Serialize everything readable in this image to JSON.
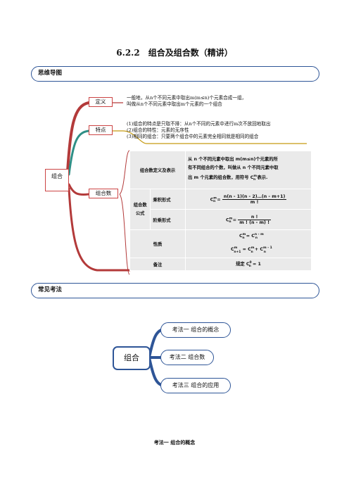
{
  "title": "6.2.2　组合及组合数（精讲）",
  "sections": {
    "mindmap_label": "思维导图",
    "exam_label": "常见考法"
  },
  "mindmap": {
    "root": "组合",
    "definition": {
      "label": "定义",
      "line1": "一般地，从n个不同元素中取出m(m≤n)个元素合成一组，",
      "line2": "叫做从n个不同元素中取出m个元素的一个组合"
    },
    "features": {
      "label": "特点",
      "line1": "(1)组合的特点是只取不排：从n个不同的元素中进行m次不放回地取出",
      "line2": "(2)组合的特性：元素的无序性",
      "line3": "(3)相同的组合：只要两个组合中的元素完全相同就是相同的组合"
    },
    "combination_number": {
      "label": "组合数",
      "table": {
        "def_label": "组合数定义及表示",
        "def_line1": "从 n 个不同元素中取出 m(m≤n)个元素的所",
        "def_line2": "有不同组合的个数，叫做从 n 个不同元素中取",
        "def_line3": "出 m 个元素的组合数，用符号 C",
        "def_tail": "表示.",
        "formula_group": "组合数",
        "formula_group2": "公式",
        "product_label": "乘积形式",
        "product_num": "n(n - 1)(n - 2)…(n - m+1)",
        "product_den": "m !",
        "factorial_label": "阶乘形式",
        "factorial_num": "n !",
        "factorial_den": "m ! (n - m) !",
        "property_label": "性质",
        "property1": "C",
        "property2": "C",
        "remark_label": "备注",
        "remark": "规定 C"
      }
    }
  },
  "exam_methods": {
    "center": "组合",
    "items": [
      {
        "label": "考法一  组合的概念"
      },
      {
        "label": "考法二  组合数"
      },
      {
        "label": "考法三  组合的应用"
      }
    ]
  },
  "footer": "考法一  组合的概念",
  "colors": {
    "bar_border": "#2e5597",
    "branch_red": "#b33a3a",
    "branch_teal": "#2f8f86",
    "branch_gold": "#c59a12",
    "box_red": "#cc4444"
  }
}
